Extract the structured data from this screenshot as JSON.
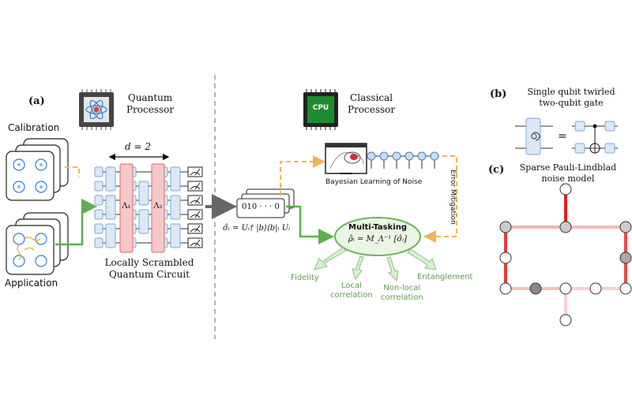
{
  "panel_a": {
    "tag": "(a)",
    "quantum_processor": "Quantum\nProcessor",
    "classical_processor": "Classical\nProcessor",
    "cpu_chip_text": "CPU",
    "calibration": "Calibration",
    "application": "Application",
    "depth_label": "d = 2",
    "layer_1": "Λ₁",
    "layer_2": "Λ₂",
    "circuit_caption": "Locally Scrambled\nQuantum Circuit",
    "bitstring": "010 · · · 0",
    "shadow_formula": "σ̂ᵢ = Uᵢ† |b⟩⟨b|ᵢ Uᵢ",
    "bayesian_label": "Bayesian Learning of Noise",
    "error_mitigation": "Error Mitigation",
    "multitasking_title": "Multi-Tasking",
    "multitasking_formula": "ρ̂ᵢ = M_Λ⁻¹ [σ̂ᵢ]",
    "tasks": [
      "Fidelity",
      "Local\ncorrelation",
      "Non-local\ncorrelation",
      "Entanglement"
    ]
  },
  "panel_b": {
    "tag": "(b)",
    "title": "Single qubit twirled\ntwo-qubit gate",
    "equals": "="
  },
  "panel_c": {
    "tag": "(c)",
    "title": "Sparse Pauli-Lindblad\nnoise model"
  },
  "colors": {
    "qubit_blue": "#2f7fd6",
    "gate_fill": "#dbe8f6",
    "layer_fill": "#f6c9c9",
    "layer_stroke": "#d66",
    "arrow_green": "#5cb04d",
    "arrow_orange": "#f2b457",
    "arrow_gray": "#666666",
    "noise_red": "#e02020"
  }
}
